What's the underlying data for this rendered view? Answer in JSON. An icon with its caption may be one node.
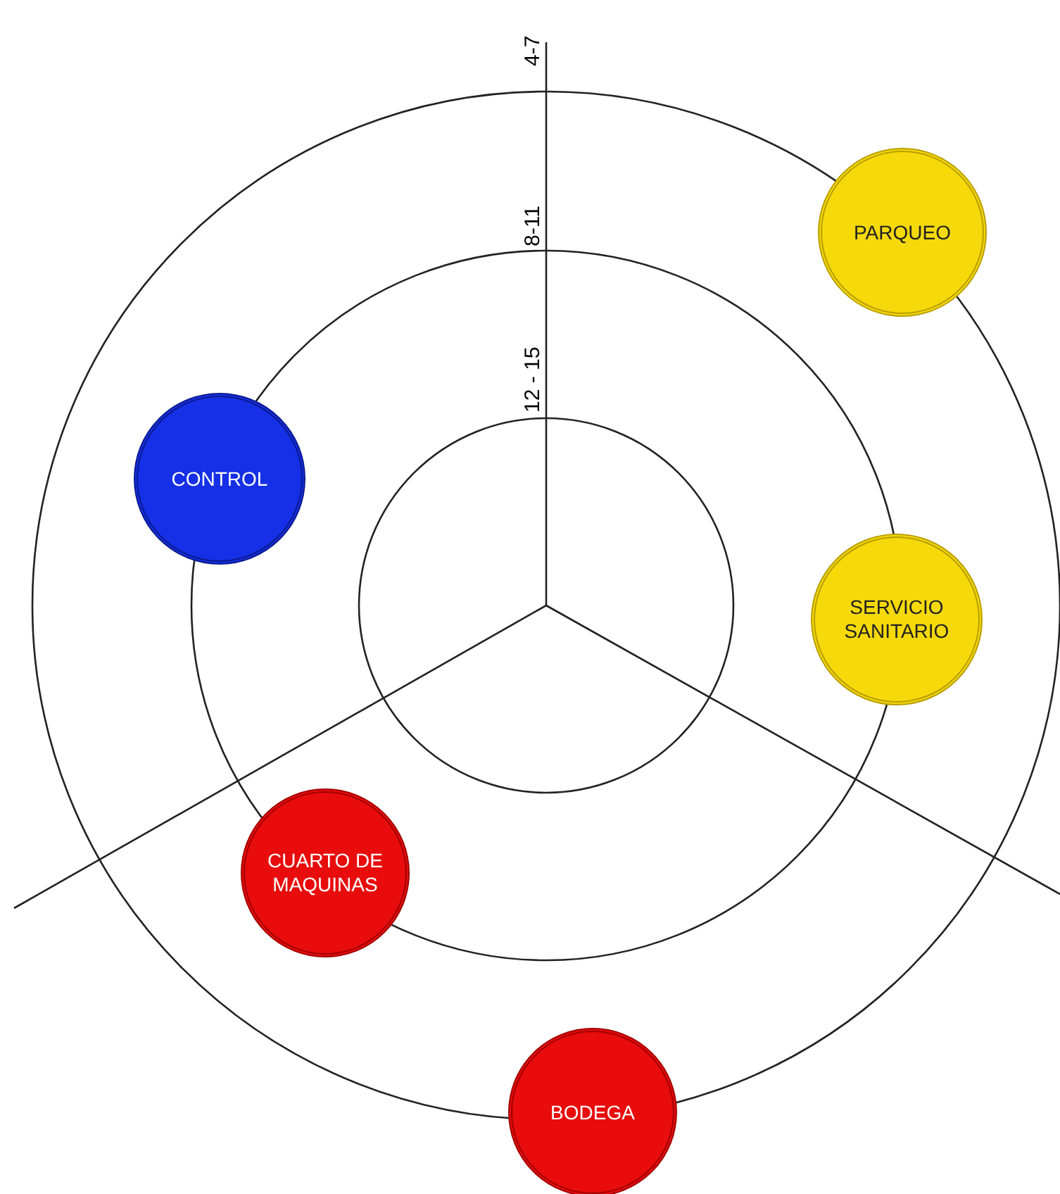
{
  "diagram": {
    "nodes": [
      {
        "text": [
          "PARQUEO"
        ]
      },
      {
        "text": [
          "CONTROL"
        ]
      },
      {
        "text": [
          "SERVICIO SANITARIO"
        ]
      },
      {
        "text": [
          "CUARTO DE MAQUINAS"
        ]
      },
      {
        "text": [
          "BODEGA"
        ]
      }
    ],
    "labels": [
      "4-7",
      "8-11",
      "12 - 15"
    ]
  }
}
